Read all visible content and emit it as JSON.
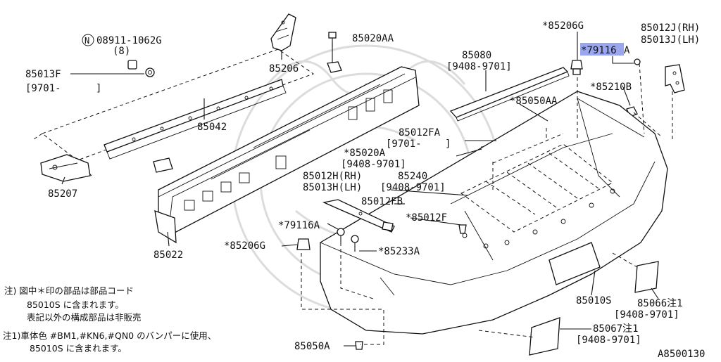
{
  "labels": {
    "l01": "08911-1062G",
    "l01b": "(8)",
    "l02": "85013F",
    "l03": "[9701-",
    "l03b": "]",
    "l04": "85206",
    "l05": "85042",
    "l06": "85207",
    "l07": "85020AA",
    "l08": "85022",
    "l09": "85080",
    "l10": "[9408-9701]",
    "l11": "*85206G",
    "l12": "*79116",
    "l12b": "A",
    "l13": "85012J(RH)",
    "l14": "85013J(LH)",
    "l15": "*85210B",
    "l16": "*85050AA",
    "l17": "85012FA",
    "l18": "[9701-",
    "l18b": "]",
    "l19": "*85020A",
    "l20": "[9408-9701]",
    "l21": "85012H(RH)",
    "l22": "85013H(LH)",
    "l23": "85240",
    "l24": "[9408-9701]",
    "l25": "85012FB",
    "l26": "*85012F",
    "l27": "*79116A",
    "l28": "*85206G",
    "l29": "*85233A",
    "l30": "85010S",
    "l31": "85066注1",
    "l32": "[9408-9701]",
    "l33": "85067注1",
    "l34": "[9408-9701]",
    "l35": "85050A",
    "l36": "A8500130",
    "nut_symbol": "N"
  },
  "notes": {
    "n1a": "注) 図中＊印の部品は部品コード",
    "n1b": "85010S に含まれます。",
    "n1c": "表記以外の構成部品は非販売",
    "n2a": "注1)車体色 #BM1,#KN6,#QN0 のバンパーに使用、",
    "n2b": "85010S に含まれます。"
  },
  "colors": {
    "highlight": "#9aa6ee"
  }
}
